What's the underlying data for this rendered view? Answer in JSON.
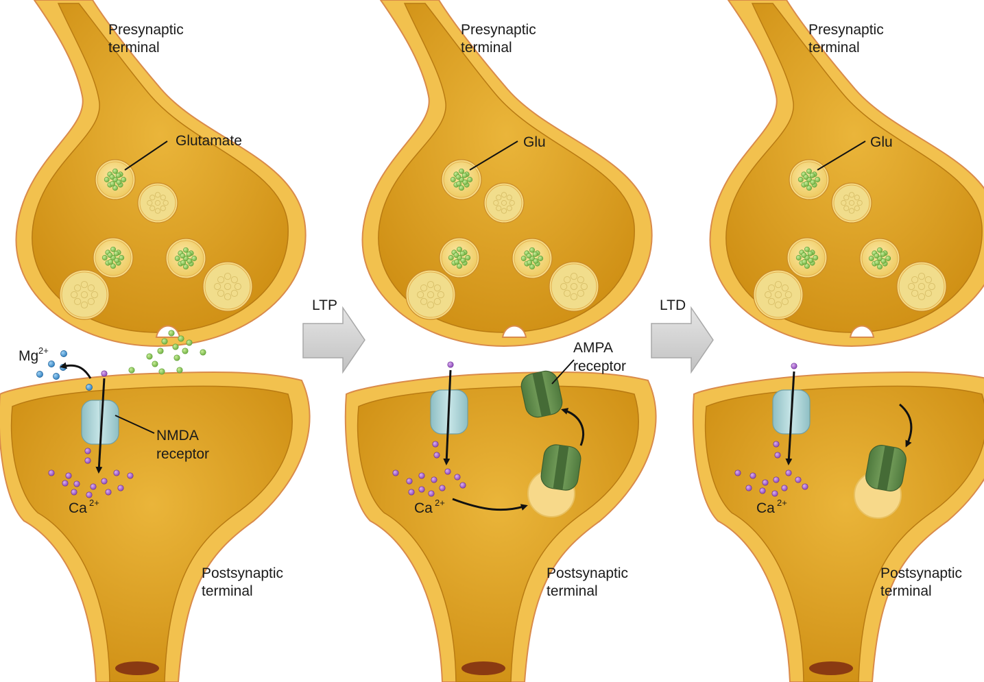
{
  "colors": {
    "outer_membrane": "#f2c14e",
    "membrane_edge": "#d98a4a",
    "cytoplasm": "#dfa024",
    "cytoplasm_dark": "#c98a12",
    "vesicle_full": "#f4d77a",
    "vesicle_empty": "#f1dd8c",
    "glutamate": "#8fcb5c",
    "glutamate_dark": "#5e9e34",
    "mg_ion": "#4a9fd9",
    "ca_ion": "#a262c9",
    "nmda": "#a9cfd2",
    "ampa": "#5e8a4c",
    "ampa_band": "#456b36",
    "arrow_fill": "#d4d4d4",
    "arrow_stroke": "#a8a8a8",
    "axon_lumen": "#8a3a12"
  },
  "panels": [
    {
      "presynaptic_label": [
        "Presynaptic",
        "terminal"
      ],
      "vesicle_label": "Glutamate",
      "postsynaptic_label": [
        "Postsynaptic",
        "terminal"
      ],
      "receptor_label": [
        "NMDA",
        "receptor"
      ],
      "mg_label": "Mg",
      "mg_charge": "2+",
      "ca_label": "Ca",
      "ca_charge": "2+"
    },
    {
      "presynaptic_label": [
        "Presynaptic",
        "terminal"
      ],
      "vesicle_label": "Glu",
      "postsynaptic_label": [
        "Postsynaptic",
        "terminal"
      ],
      "receptor_label": [
        "AMPA",
        "receptor"
      ],
      "ca_label": "Ca",
      "ca_charge": "2+"
    },
    {
      "presynaptic_label": [
        "Presynaptic",
        "terminal"
      ],
      "vesicle_label": "Glu",
      "postsynaptic_label": [
        "Postsynaptic",
        "terminal"
      ],
      "ca_label": "Ca",
      "ca_charge": "2+"
    }
  ],
  "transitions": [
    {
      "label": "LTP"
    },
    {
      "label": "LTD"
    }
  ]
}
